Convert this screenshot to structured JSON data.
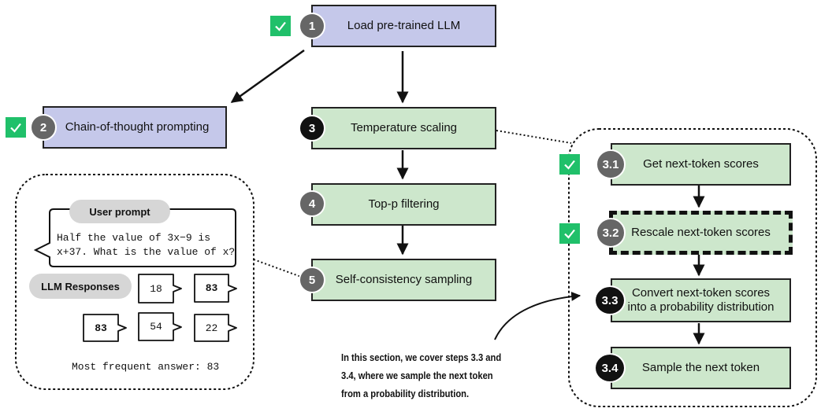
{
  "steps": {
    "s1": {
      "number": "1",
      "label": "Load pre-trained LLM",
      "checked": true
    },
    "s2": {
      "number": "2",
      "label": "Chain-of-thought prompting",
      "checked": true
    },
    "s3": {
      "number": "3",
      "label": "Temperature scaling"
    },
    "s4": {
      "number": "4",
      "label": "Top-p filtering"
    },
    "s5": {
      "number": "5",
      "label": "Self-consistency sampling"
    }
  },
  "substeps": {
    "s31": {
      "number": "3.1",
      "label": "Get next-token scores",
      "checked": true
    },
    "s32": {
      "number": "3.2",
      "label": "Rescale next-token scores",
      "checked": true
    },
    "s33": {
      "number": "3.3",
      "label_line1": "Convert next-token scores",
      "label_line2": "into a probability distribution"
    },
    "s34": {
      "number": "3.4",
      "label": "Sample the next token"
    }
  },
  "example": {
    "user_prompt_label": "User prompt",
    "prompt_line1": "Half the value of 3x−9 is",
    "prompt_line2": "x+37. What is the value of x?",
    "responses_label": "LLM Responses",
    "responses": [
      "18",
      "83",
      "83",
      "54",
      "22"
    ],
    "most_frequent": "Most frequent answer: 83"
  },
  "note": {
    "line1": "In this section, we cover steps 3.3 and",
    "line2": "3.4, where we sample the next token",
    "line3": "from a probability distribution."
  },
  "colors": {
    "purple_box": "#c5c8ea",
    "green_box": "#cde7cc",
    "check": "#20c06a",
    "gray_badge": "#666666",
    "black_badge": "#111111"
  }
}
